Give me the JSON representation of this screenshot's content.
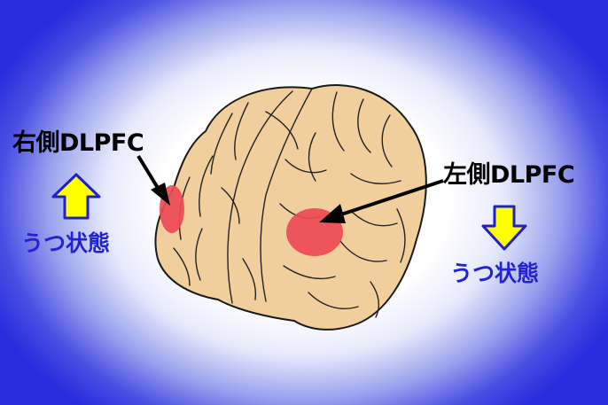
{
  "labels": {
    "right_dlpfc": "右側DLPFC",
    "left_dlpfc": "左側DLPFC",
    "left_state": "うつ状態",
    "right_state": "うつ状態"
  },
  "icons": {
    "left_arrow": "arrow-up-icon",
    "right_arrow": "arrow-down-icon"
  },
  "colors": {
    "brain_fill": "#f1cf9c",
    "highlight": "#ee4b55",
    "arrow_fill": "#ffff00",
    "arrow_stroke": "#1f1fd0",
    "state_text": "#2323d6",
    "background_edge": "#2a2bdc"
  }
}
